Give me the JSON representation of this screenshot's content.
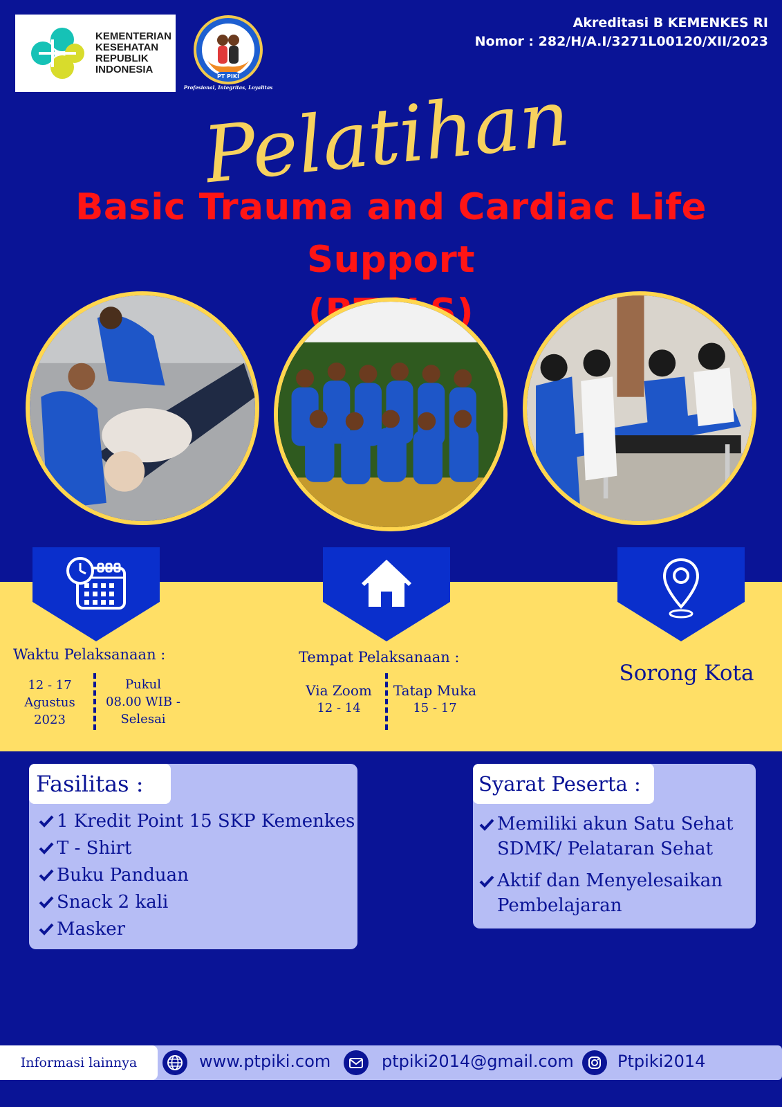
{
  "header": {
    "kemenkes_logo_lines": [
      "KEMENTERIAN",
      "KESEHATAN",
      "REPUBLIK",
      "INDONESIA"
    ],
    "ptpiki_logo_label": "PT PIKI",
    "ptpiki_tagline": "Profesional, Integritas, Loyalitas",
    "accreditation_line1": "Akreditasi B KEMENKES RI",
    "accreditation_line2": "Nomor : 282/H/A.I/3271L00120/XII/2023"
  },
  "title": {
    "script": "Pelatihan",
    "line1": "Basic Trauma and Cardiac Life Support",
    "line2": "(BTCLS)"
  },
  "schedule": {
    "heading": "Waktu Pelaksanaan :",
    "date_lines": [
      "12 - 17",
      "Agustus",
      "2023"
    ],
    "time_lines": [
      "Pukul",
      "08.00 WIB -",
      "Selesai"
    ]
  },
  "venue": {
    "heading": "Tempat Pelaksanaan :",
    "online_label": "Via Zoom",
    "online_dates": "12 - 14",
    "offline_label": "Tatap Muka",
    "offline_dates": "15 - 17"
  },
  "location": {
    "city": "Sorong Kota"
  },
  "fasilitas": {
    "title": "Fasilitas :",
    "items": [
      "1 Kredit Point 15 SKP Kemenkes",
      "T - Shirt",
      "Buku Panduan",
      "Snack 2 kali",
      "Masker"
    ]
  },
  "syarat": {
    "title": "Syarat Peserta :",
    "items": [
      [
        "Memiliki akun Satu Sehat",
        "SDMK/ Pelataran Sehat"
      ],
      [
        "Aktif dan Menyelesaikan",
        "Pembelajaran"
      ]
    ]
  },
  "footer": {
    "label": "Informasi lainnya",
    "website": "www.ptpiki.com",
    "email": "ptpiki2014@gmail.com",
    "instagram": "Ptpiki2014"
  },
  "icons": {
    "schedule": "calendar-clock-icon",
    "venue": "home-icon",
    "location": "map-pin-icon",
    "check": "checkmark-icon",
    "website": "globe-icon",
    "email": "mail-icon",
    "instagram": "instagram-icon"
  },
  "colors": {
    "background": "#0a1496",
    "title_red": "#ff1515",
    "accent_yellow": "#ffdf66",
    "script_yellow": "#f7d25e",
    "badge_blue": "#0a2fcc",
    "panel_lavender": "#b6bdf5"
  }
}
